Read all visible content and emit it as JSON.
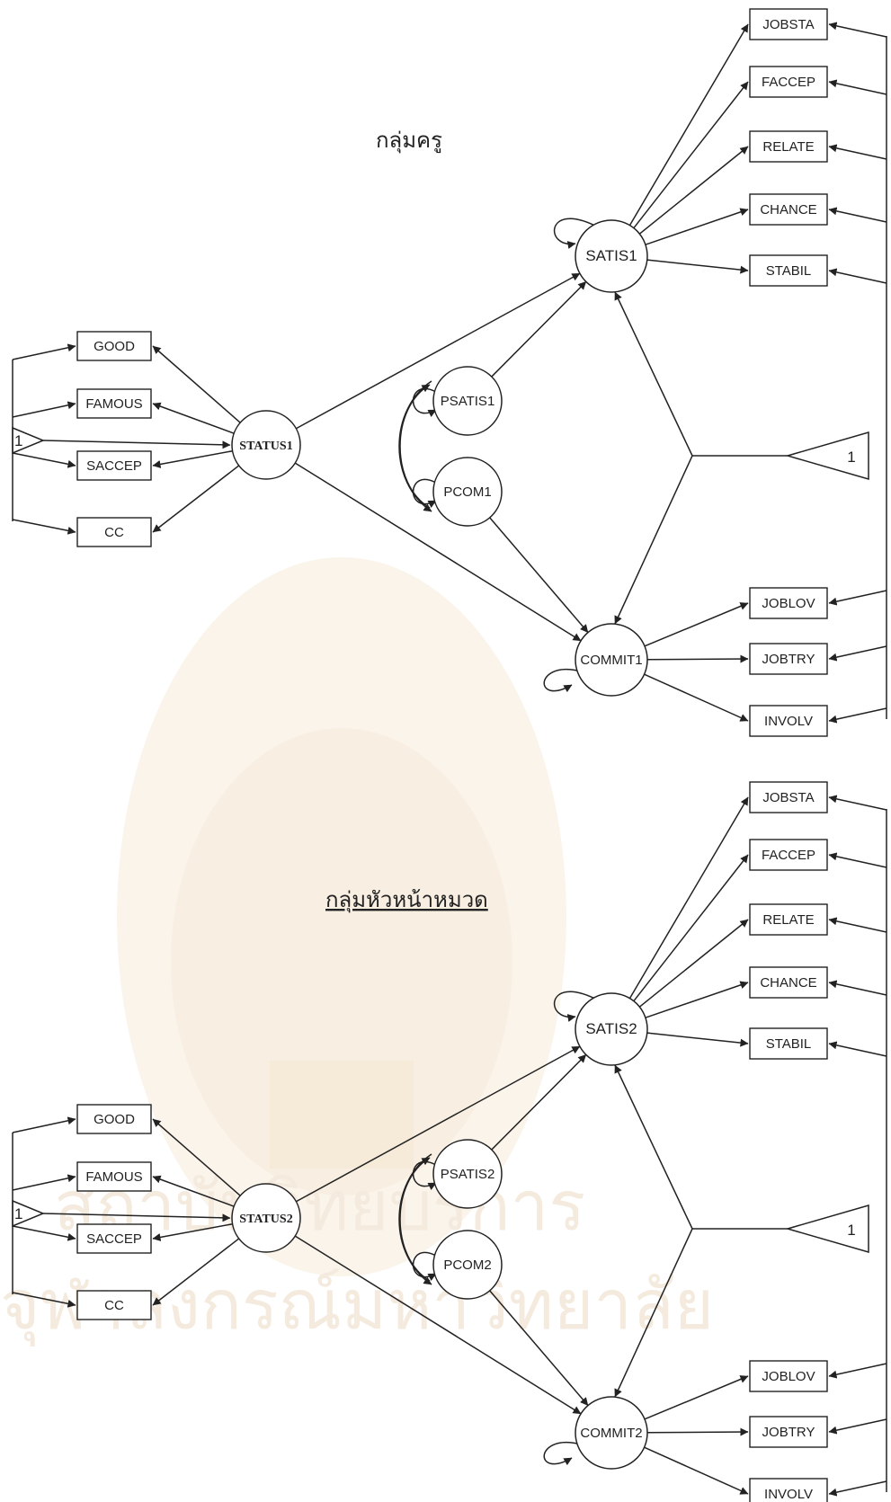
{
  "titles": {
    "teachers": "กลุ่มครู",
    "heads": "กลุ่มหัวหน้าหมวด"
  },
  "watermark": {
    "line1": "สถาบันวิทยบริการ",
    "line2": "จุฬาลงกรณ์มหาวิทยาลัย"
  },
  "panels": [
    {
      "id": "teachers",
      "constant": "1",
      "left_constant": "1",
      "latent": {
        "status": "STATUS1",
        "satis": "SATIS1",
        "psatis": "PSATIS1",
        "pcom": "PCOM1",
        "commit": "COMMIT1"
      },
      "indicators_left": [
        "GOOD",
        "FAMOUS",
        "SACCEP",
        "CC"
      ],
      "indicators_satis": [
        "JOBSTA",
        "FACCEP",
        "RELATE",
        "CHANCE",
        "STABIL"
      ],
      "indicators_commit": [
        "JOBLOV",
        "JOBTRY",
        "INVOLV"
      ]
    },
    {
      "id": "heads",
      "constant": "1",
      "left_constant": "1",
      "latent": {
        "status": "STATUS2",
        "satis": "SATIS2",
        "psatis": "PSATIS2",
        "pcom": "PCOM2",
        "commit": "COMMIT2"
      },
      "indicators_left": [
        "GOOD",
        "FAMOUS",
        "SACCEP",
        "CC"
      ],
      "indicators_satis": [
        "JOBSTA",
        "FACCEP",
        "RELATE",
        "CHANCE",
        "STABIL"
      ],
      "indicators_commit": [
        "JOBLOV",
        "JOBTRY",
        "INVOLV"
      ]
    }
  ]
}
